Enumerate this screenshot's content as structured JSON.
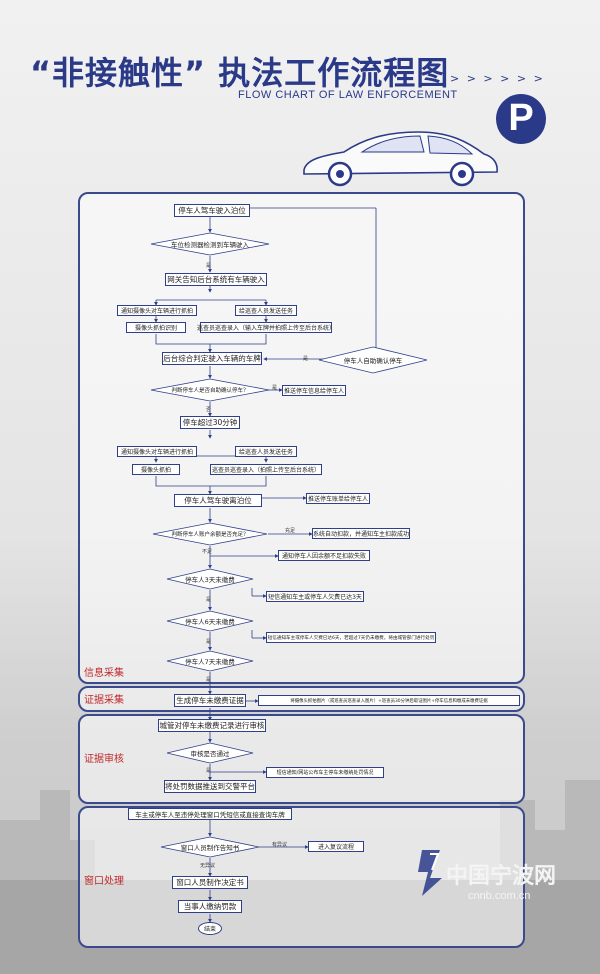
{
  "header": {
    "title": "“非接触性” 执法工作流程图",
    "subtitle": "FLOW CHART OF LAW ENFORCEMENT",
    "arrows": "> > >  > > >",
    "logo_letter": "P"
  },
  "sections": {
    "info": "信息采集",
    "evidence": "证据采集",
    "review": "证据审核",
    "window": "窗口处理"
  },
  "nodes": {
    "n1": "停车人驾车驶入泊位",
    "d1": "车位检测器检测到车辆驶入",
    "yes1": "是",
    "n2": "网关告知后台系统有车辆驶入",
    "n3a": "通知摄像头对车辆进行抓拍",
    "n3b": "给巡查人员发送任务",
    "n4a": "摄像头抓拍识别",
    "n4b": "巡查员巡查录入（输入车牌并拍照上传至后台系统）",
    "n5": "后台综合判定驶入车辆的车牌",
    "d5": "停车人自助确认停车",
    "yes5": "是",
    "d6": "判断停车人是否自助确认停车？",
    "yes6": "是",
    "n6r": "推送停车信息给停车人",
    "no6": "否",
    "n7": "停车超过30分钟",
    "n8a": "通知摄像头对车辆进行抓拍",
    "n8b": "给巡查人员发送任务",
    "n9a": "摄像头抓拍",
    "n9b": "巡查员巡查录入（拍照上传至后台系统）",
    "n10": "停车人驾车驶离泊位",
    "n10r": "推送停车账单给停车人",
    "d11": "判断停车人账户余额是否充足？",
    "enough": "充足",
    "n11r": "系统自动扣款，并通知车主扣款成功",
    "notenough": "不足",
    "n12r": "通知停车人因余额不足扣款失败",
    "d13": "停车人3天未缴费",
    "yes13": "是",
    "n13r": "短信通知车主或停车人欠费已达3天",
    "d14": "停车人6天未缴费",
    "yes14": "是",
    "n14r": "短信通知车主或停车人欠费已达6天，若超过7天仍未缴费，将由城管部门进行处罚",
    "d15": "停车人7天未缴费",
    "yes15": "是",
    "n16": "生成停车未缴费证据",
    "n16r": "将摄像头抓拍图片（或巡查员巡查录入图片）+巡查员30分钟后取证图片+停车信息和缴成未缴费证据",
    "n17": "城管对停车未缴费记录进行审核",
    "d18": "审核是否通过",
    "yes18": "是",
    "n18r": "短信通知/网站公布车主停车未缴纳处罚情况",
    "n19": "将处罚数据推送到交警平台",
    "n20": "车主或停车人至违停处理窗口凭短信或直接查询车牌",
    "d21": "窗口人员制作告知书",
    "objection": "有异议",
    "n21r": "进入复议流程",
    "noobjection": "无异议",
    "n22": "窗口人员制作决定书",
    "n23": "当事人缴纳罚款",
    "end": "结束"
  },
  "watermark": {
    "cn": "中国宁波网",
    "url": "cnnb.com.cn"
  },
  "colors": {
    "brand": "#2a3a88",
    "section_label": "#c0282b",
    "node_border": "#2f3f88"
  }
}
